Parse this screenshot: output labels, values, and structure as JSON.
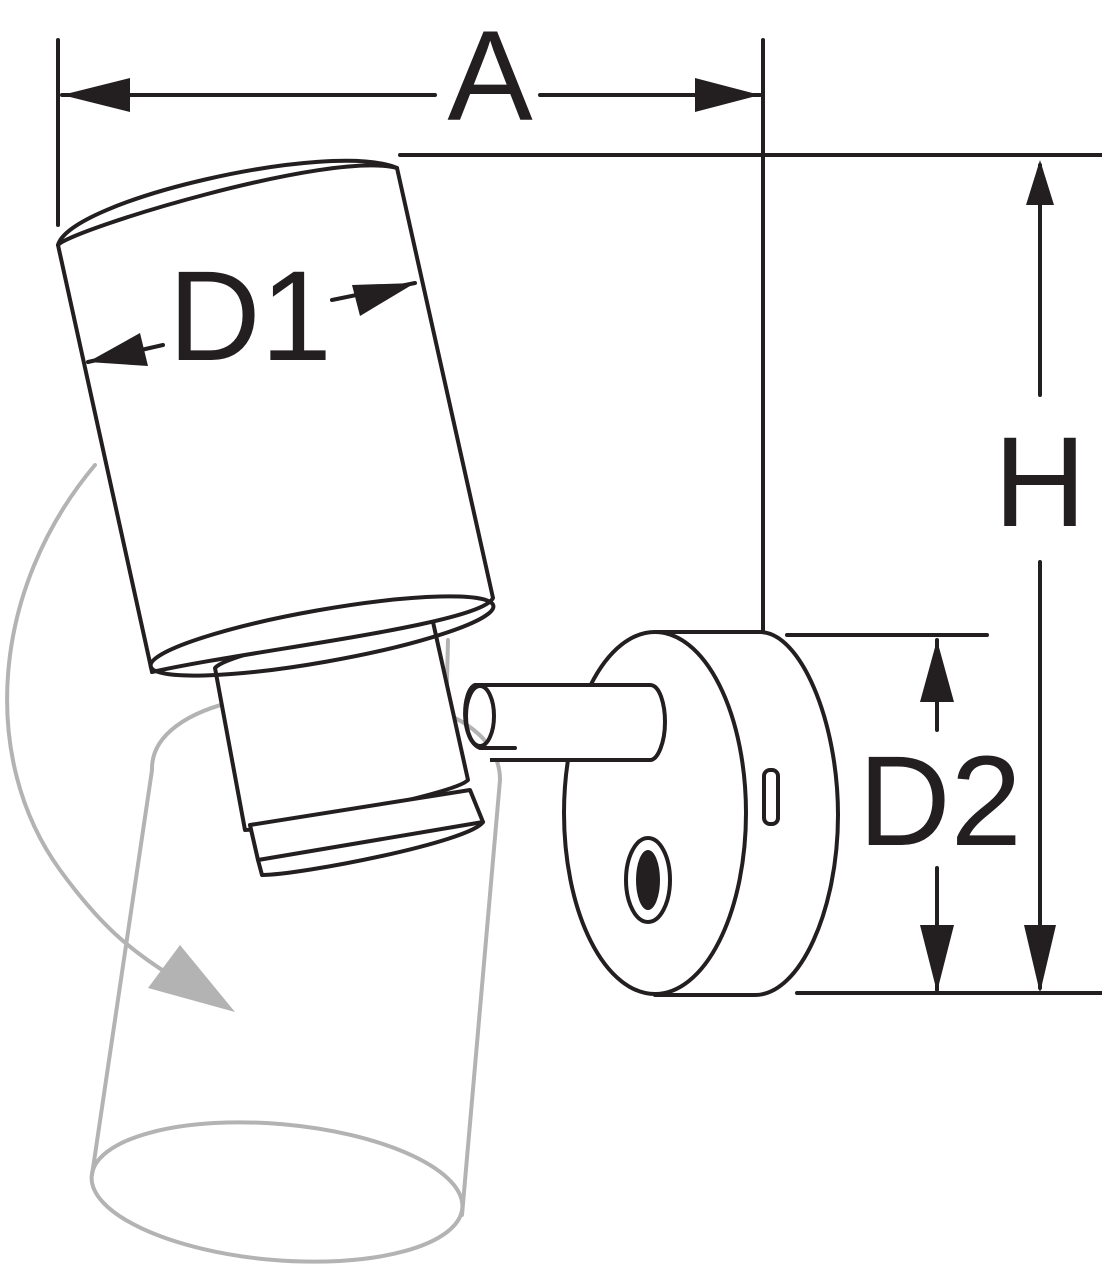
{
  "labels": {
    "a": "A",
    "d1": "D1",
    "h": "H",
    "d2": "D2"
  },
  "colors": {
    "line": "#231f20",
    "ghost": "#b3b3b3",
    "background": "#ffffff"
  }
}
